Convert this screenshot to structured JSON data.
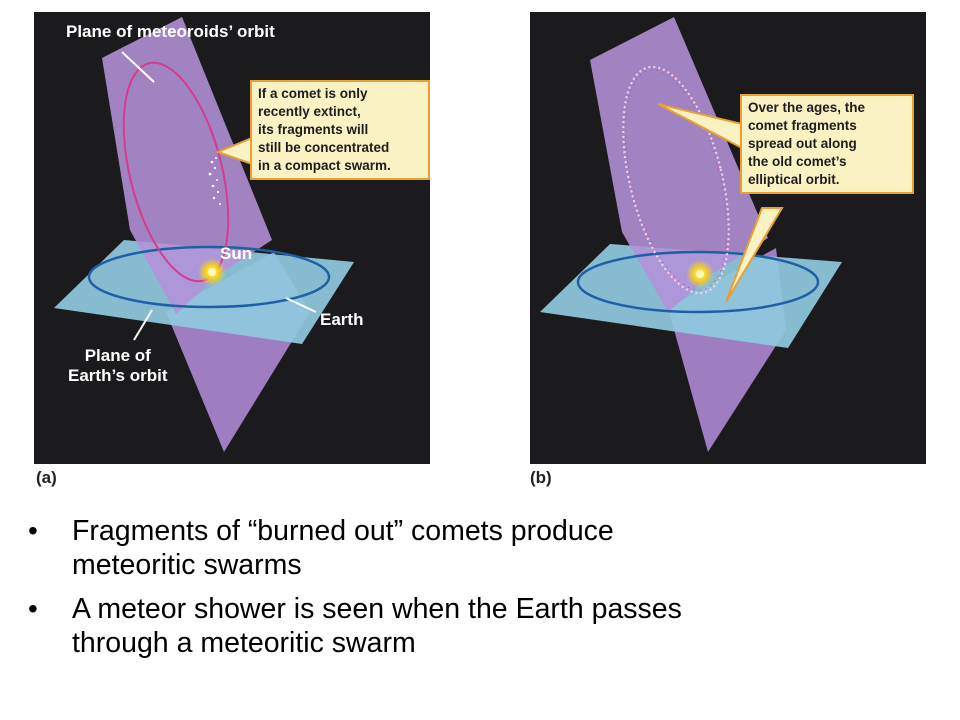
{
  "panel_a": {
    "letter": "(a)",
    "plane_label": "Plane of meteoroids’ orbit",
    "callout_lines": [
      "If a comet is only",
      "recently extinct,",
      "its fragments will",
      "still be concentrated",
      "in a compact swarm."
    ],
    "sun_label": "Sun",
    "earth_label": "Earth",
    "earth_plane_lines": [
      "Plane of",
      "Earth’s orbit"
    ]
  },
  "panel_b": {
    "letter": "(b)",
    "callout_lines": [
      "Over the ages, the",
      "comet fragments",
      "spread out along",
      "the old comet’s",
      "elliptical orbit."
    ]
  },
  "bullets": [
    {
      "lines": [
        "Fragments of “burned out” comets produce",
        "meteoritic swarms"
      ]
    },
    {
      "lines": [
        "A meteor shower is seen when the Earth passes",
        "through a meteoritic swarm"
      ]
    }
  ],
  "colors": {
    "panel_bg": "#1b1b1d",
    "meteoroid_plane": "#b492d8",
    "earth_plane": "#8fc8de",
    "orbit_earth": "#1f5fa6",
    "orbit_comet": "#d63c8c",
    "callout_fill": "#fbf2c4",
    "callout_border": "#e8a033",
    "sun": "#f6d21e"
  }
}
